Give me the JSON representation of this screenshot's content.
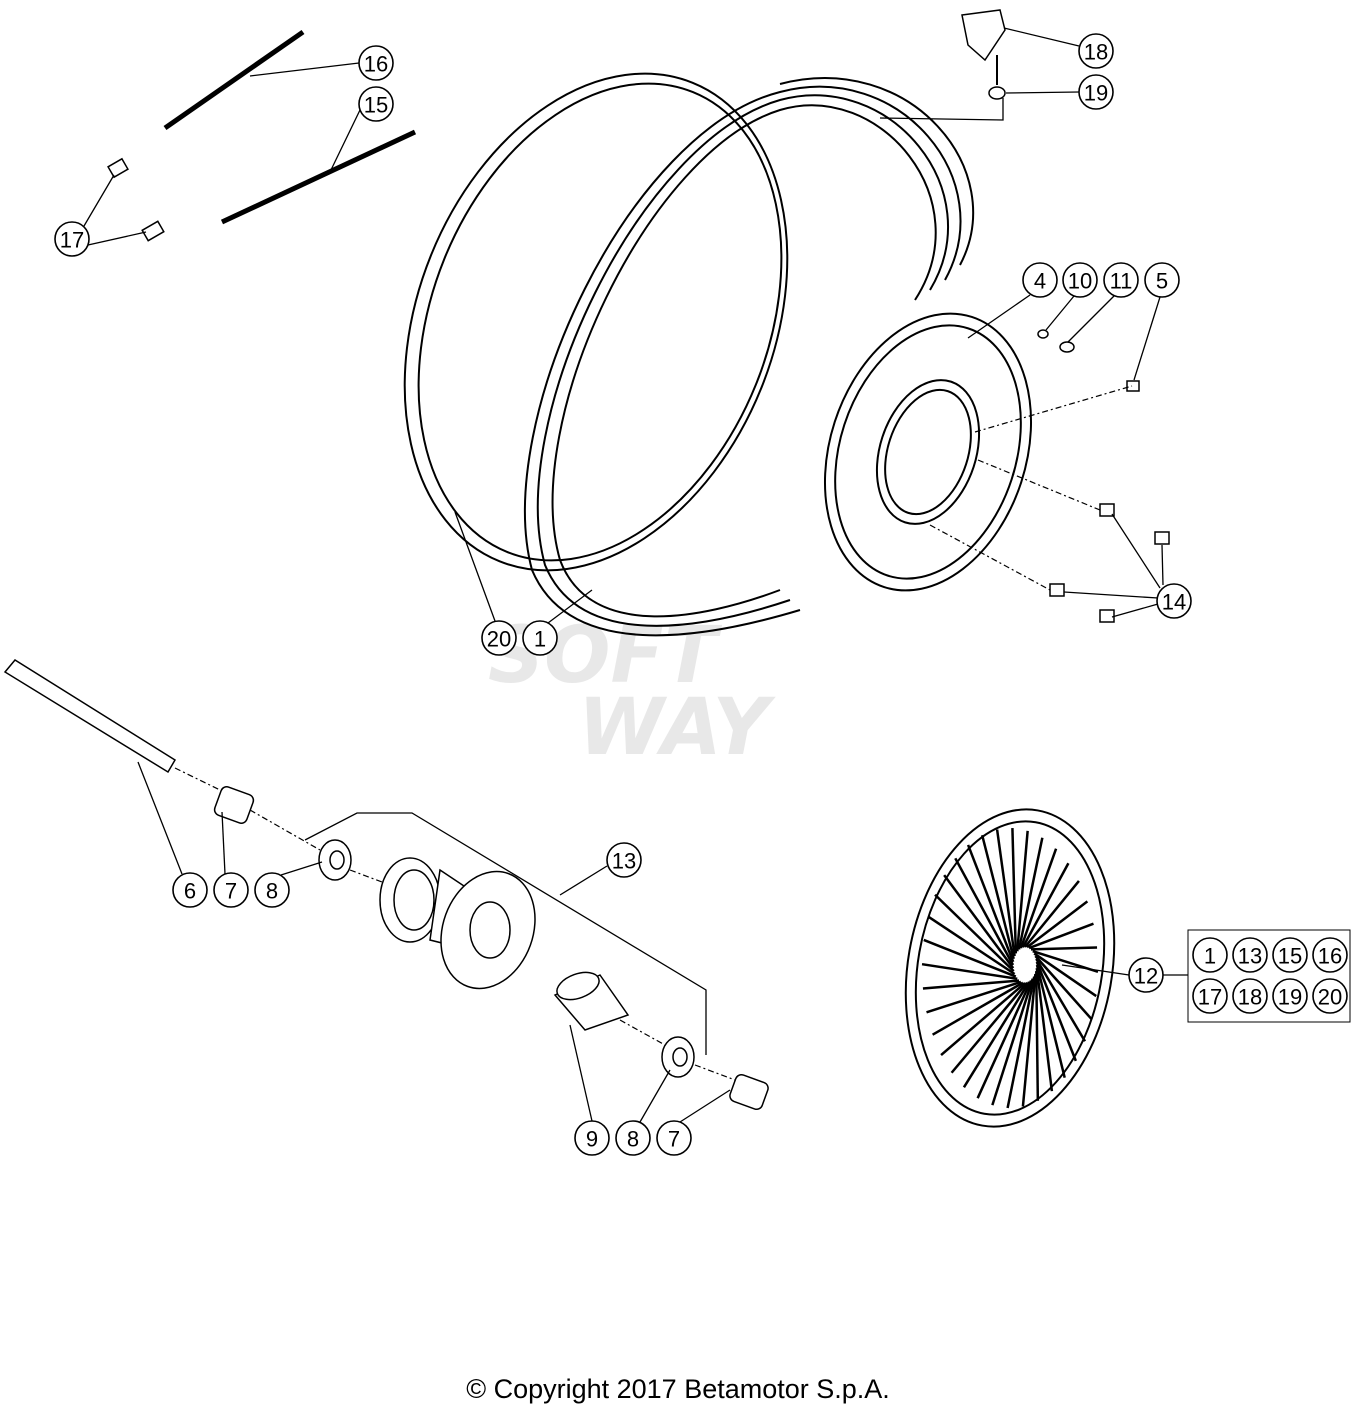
{
  "callouts": {
    "c1": "1",
    "c4": "4",
    "c5": "5",
    "c6": "6",
    "c7": "7",
    "c8": "8",
    "c9": "9",
    "c10": "10",
    "c11": "11",
    "c12": "12",
    "c13": "13",
    "c14": "14",
    "c15": "15",
    "c16": "16",
    "c17": "17",
    "c18": "18",
    "c19": "19",
    "c20": "20"
  },
  "kit_box": [
    "1",
    "13",
    "15",
    "16",
    "17",
    "18",
    "19",
    "20"
  ],
  "watermark": {
    "line1": "SOFT",
    "line2": "WAY"
  },
  "copyright": "© Copyright 2017 Betamotor S.p.A."
}
